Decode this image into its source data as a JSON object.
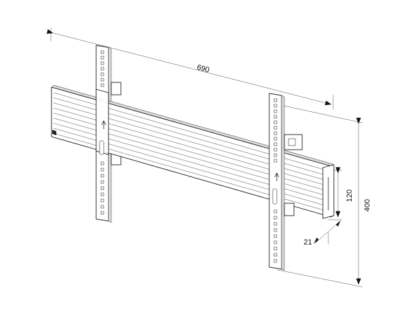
{
  "dimensions": {
    "width_label": "690",
    "height_label": "400",
    "offset_label": "120",
    "depth_label": "21"
  },
  "colors": {
    "line": "#1a1a1a",
    "fill": "#ffffff",
    "shade": "#dcdcdc"
  }
}
